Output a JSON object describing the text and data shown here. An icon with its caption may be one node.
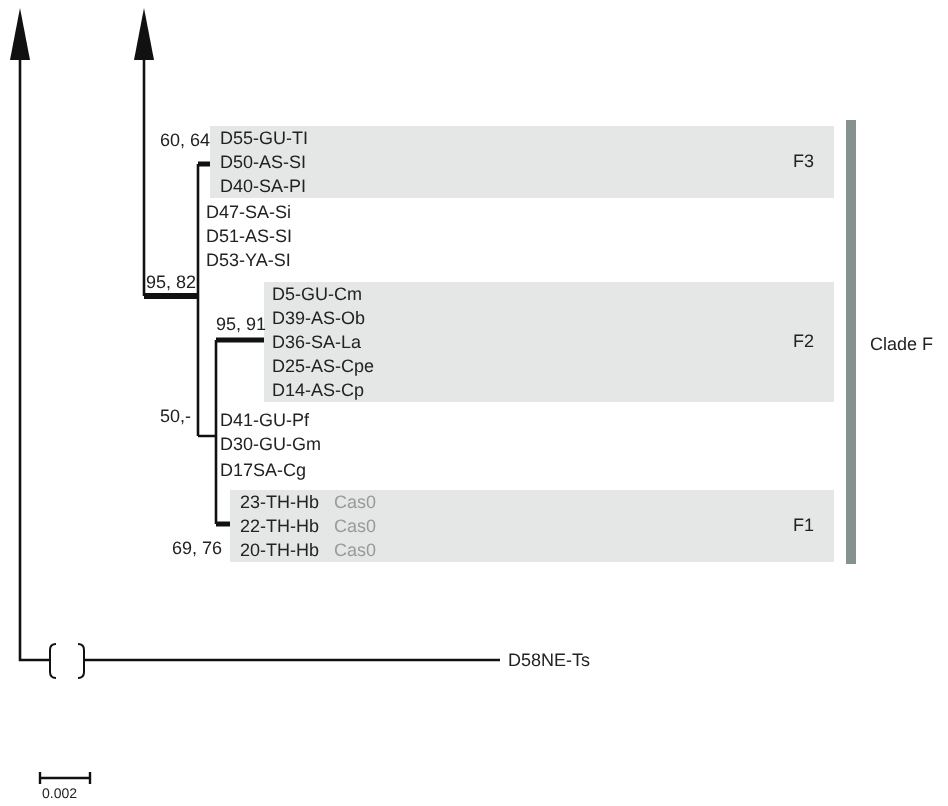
{
  "diagram": {
    "nodes": [
      {
        "text": [
          "F3"
        ]
      },
      {
        "text": [
          "D55-GU-TI"
        ],
        "in": 0
      },
      {
        "text": [
          "D50-AS-SI"
        ],
        "in": 0
      },
      {
        "text": [
          "D40-SA-PI"
        ],
        "in": 0
      },
      {
        "text": [
          "F2"
        ]
      },
      {
        "text": [
          "D5-GU-Cm"
        ],
        "in": 4
      },
      {
        "text": [
          "D39-AS-Ob"
        ],
        "in": 4
      },
      {
        "text": [
          "D36-SA-La"
        ],
        "in": 4
      },
      {
        "text": [
          "D25-AS-Cpe"
        ],
        "in": 4
      },
      {
        "text": [
          "D14-AS-Cp"
        ],
        "in": 4
      },
      {
        "text": [
          "F1"
        ]
      },
      {
        "text": [
          "23-TH-Hb"
        ],
        "beside": [
          "Cas0"
        ],
        "in": 10
      },
      {
        "text": [
          "22-TH-Hb"
        ],
        "beside": [
          "Cas0"
        ],
        "in": 10
      },
      {
        "text": [
          "20-TH-Hb"
        ],
        "beside": [
          "Cas0"
        ],
        "in": 10
      }
    ],
    "labels": [
      "60, 64",
      "D47-SA-Si",
      "D51-AS-SI",
      "D53-YA-SI",
      "95, 82",
      "95, 91",
      "Clade F",
      "50,-",
      "D41-GU-Pf",
      "D30-GU-Gm",
      "D17SA-Cg",
      "69, 76",
      "D58NE-Ts",
      "0.002"
    ]
  }
}
